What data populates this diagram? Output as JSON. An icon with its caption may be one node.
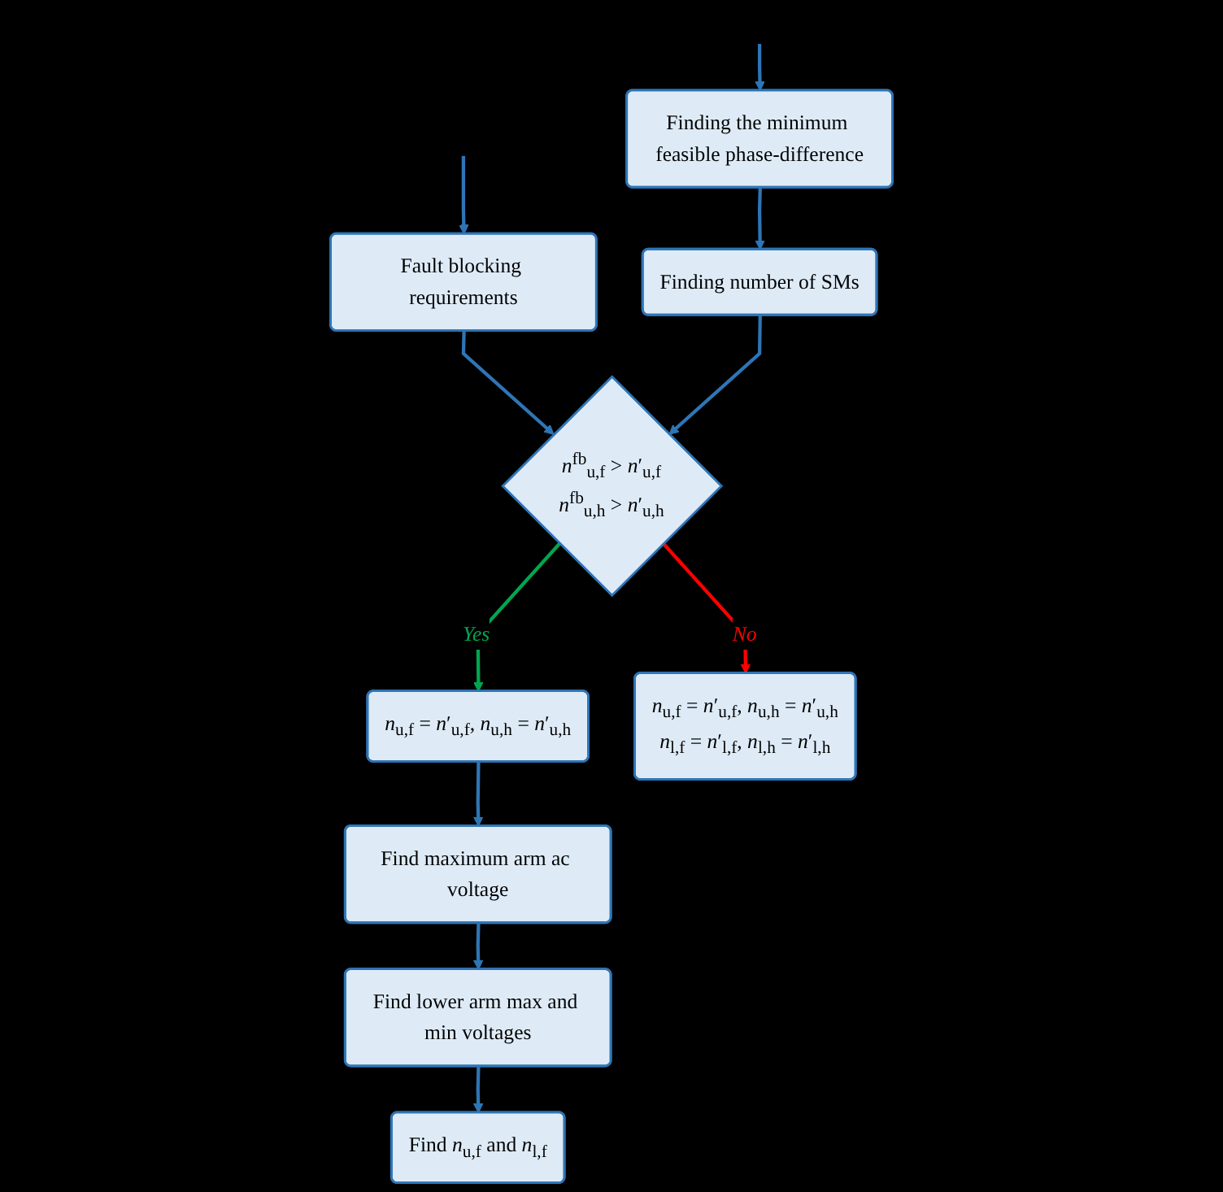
{
  "diagram": {
    "nodes": [
      {
        "text": [
          "Finding the minimum feasible phase-difference"
        ]
      },
      {
        "text": [
          "Fault blocking requirements"
        ]
      },
      {
        "text": [
          "Finding number of SMs"
        ]
      },
      {
        "text": [
          "*n*$^{fb}$$_{u,f}$ > *n*′$_{u,f}$",
          "*n*$^{fb}$$_{u,h}$ > *n*′$_{u,h}$"
        ]
      },
      {
        "text": [
          "*n*$_{u,f}$ = *n*′$_{u,f}$, *n*$_{u,h}$ = *n*′$_{u,h}$"
        ]
      },
      {
        "text": [
          "*n*$_{u,f}$ = *n*′$_{u,f}$, *n*$_{u,h}$ = *n*′$_{u,h}$",
          "*n*$_{l,f}$ = *n*′$_{l,f}$, *n*$_{l,h}$ = *n*′$_{l,h}$"
        ]
      },
      {
        "text": [
          "Find maximum arm ac voltage"
        ]
      },
      {
        "text": [
          "Find lower arm max and min voltages"
        ]
      },
      {
        "text": [
          "Find *n*$_{u,f}$ and *n*$_{l,f}$"
        ]
      }
    ],
    "edges": [
      {
        "from": null,
        "to": 0,
        "arrow": "to"
      },
      {
        "from": null,
        "to": 1,
        "arrow": "to"
      },
      {
        "from": 0,
        "to": 2,
        "arrow": "to"
      },
      {
        "from": 1,
        "to": 3,
        "arrow": "to"
      },
      {
        "from": 2,
        "to": 3,
        "arrow": "to"
      },
      {
        "from": 3,
        "to": 4,
        "arrow": "to",
        "label": "Yes",
        "color": "#00a650"
      },
      {
        "from": 3,
        "to": 5,
        "arrow": "to",
        "label": "No",
        "color": "#ff0000"
      },
      {
        "from": 4,
        "to": 6,
        "arrow": "to"
      },
      {
        "from": 6,
        "to": 7,
        "arrow": "to"
      },
      {
        "from": 7,
        "to": 8,
        "arrow": "to"
      }
    ]
  }
}
